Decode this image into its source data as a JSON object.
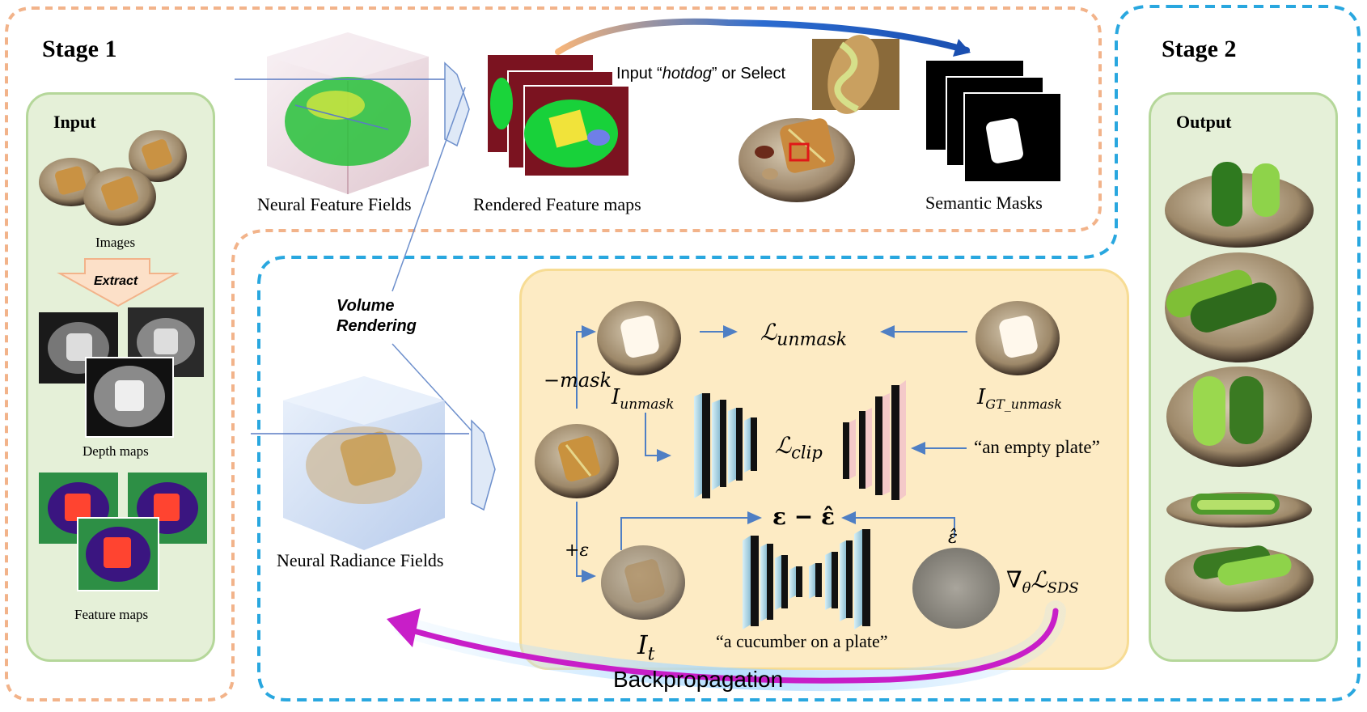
{
  "stage1": {
    "title": "Stage 1"
  },
  "stage2": {
    "title": "Stage 2"
  },
  "input_panel": {
    "title": "Input",
    "images_caption": "Images",
    "extract_label": "Extract",
    "depth_caption": "Depth maps",
    "feature_caption": "Feature maps"
  },
  "output_panel": {
    "title": "Output"
  },
  "top_row": {
    "neural_feature_fields": "Neural Feature Fields",
    "rendered_feature_maps": "Rendered Feature maps",
    "input_text_pre": "Input “",
    "input_text_word": "hotdog",
    "input_text_post": "” or Select",
    "semantic_masks": "Semantic Masks"
  },
  "volume_rendering": {
    "line1": "Volume",
    "line2": "Rendering"
  },
  "nerf_caption": "Neural Radiance Fields",
  "losses": {
    "neg_mask": "−mask",
    "i_unmask": "I",
    "i_unmask_sub": "unmask",
    "l_unmask": "ℒ",
    "l_unmask_sub": "unmask",
    "i_gt": "I",
    "i_gt_sub": "GT_unmask",
    "l_clip": "ℒ",
    "l_clip_sub": "clip",
    "empty_plate": "“an empty plate”",
    "eps_diff": "ε − ε̂",
    "eps_hat": "ε̂",
    "plus_eps": "+ε",
    "i_t": "I",
    "i_t_sub": "t",
    "cucumber_prompt": "“a cucumber on a plate”",
    "grad_sds": "∇",
    "grad_sub_theta": "θ",
    "grad_l": "ℒ",
    "grad_sub_sds": "SDS"
  },
  "backprop": "Backpropagation",
  "colors": {
    "stage1_border": "#f2b38a",
    "stage2_border": "#29a7df",
    "green_panel": "#e5f0d8",
    "yellow_panel": "#fdebc4",
    "arrow_blue": "#4f7fc4",
    "backprop_magenta": "#c81ec8"
  }
}
